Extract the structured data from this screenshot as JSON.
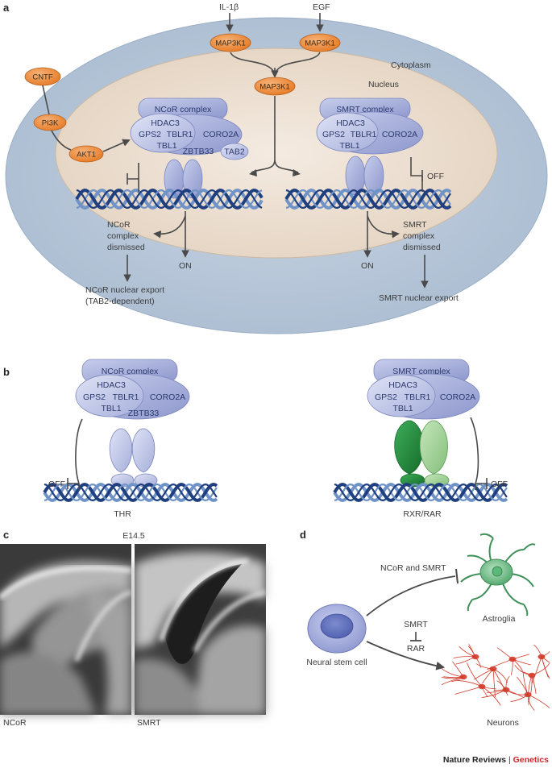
{
  "panels": {
    "a": "a",
    "b": "b",
    "c": "c",
    "d": "d"
  },
  "a": {
    "il1b": "IL-1β",
    "egf": "EGF",
    "map3k1": "MAP3K1",
    "cytoplasm": "Cytoplasm",
    "nucleus": "Nucleus",
    "cntf": "CNTF",
    "pi3k": "PI3K",
    "akt1": "AKT1",
    "ncor_complex": "NCoR complex",
    "smrt_complex": "SMRT complex",
    "hdac3": "HDAC3",
    "gps2": "GPS2",
    "tblr1": "TBLR1",
    "tbl1": "TBL1",
    "coro2a": "CORO2A",
    "zbtb33": "ZBTB33",
    "tab2": "TAB2",
    "off": "OFF",
    "on": "ON",
    "ncor_dismissed": [
      "NCoR",
      "complex",
      "dismissed"
    ],
    "smrt_dismissed": [
      "SMRT",
      "complex",
      "dismissed"
    ],
    "ncor_export": [
      "NCoR nuclear export",
      "(TAB2-dependent)"
    ],
    "smrt_export": "SMRT nuclear export"
  },
  "b": {
    "ncor_complex": "NCoR complex",
    "smrt_complex": "SMRT complex",
    "hdac3": "HDAC3",
    "gps2": "GPS2",
    "tblr1": "TBLR1",
    "tbl1": "TBL1",
    "coro2a": "CORO2A",
    "zbtb33": "ZBTB33",
    "off": "OFF",
    "thr": "THR",
    "rxr_rar": "RXR/RAR"
  },
  "c": {
    "stage": "E14.5",
    "ncor": "NCoR",
    "smrt": "SMRT"
  },
  "d": {
    "ncor_and_smrt": "NCoR and SMRT",
    "astroglia": "Astroglia",
    "smrt": "SMRT",
    "rar": "RAR",
    "neural_stem_cell": "Neural stem cell",
    "neurons": "Neurons"
  },
  "footer": {
    "journal": "Nature Reviews",
    "sep": " | ",
    "section": "Genetics"
  },
  "colors": {
    "cytoplasm": "#b9c8d9",
    "nucleus": "#ebddcf",
    "complex": "#a9b2dc",
    "complex_stroke": "#7c86be",
    "kinase": "#ee8a3a",
    "dna_dark": "#1f3f7e",
    "dna_light": "#6f93c6",
    "green_dark": "#1f8a3a",
    "green_light": "#9fcf97",
    "astro": "#5fb27a",
    "neuron": "#d23a2a"
  }
}
